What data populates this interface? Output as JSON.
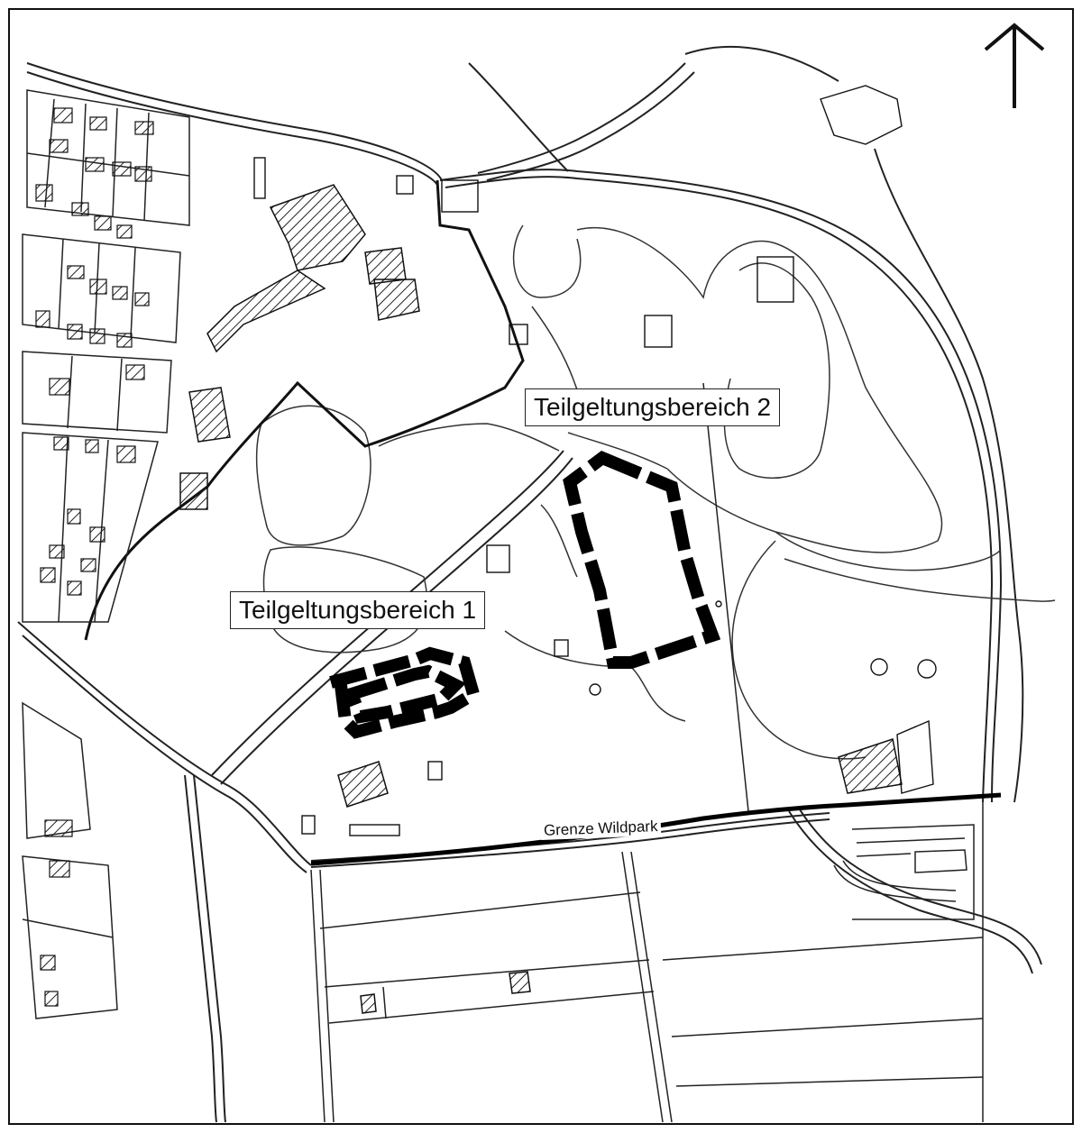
{
  "map": {
    "north_arrow": "north-arrow-icon",
    "labels": {
      "area_1": "Teilgeltungsbereich 1",
      "area_2": "Teilgeltungsbereich 2",
      "border": "Grenze Wildpark"
    },
    "colors": {
      "background": "#ffffff",
      "ink": "#111111",
      "highlight": "#000000"
    }
  }
}
